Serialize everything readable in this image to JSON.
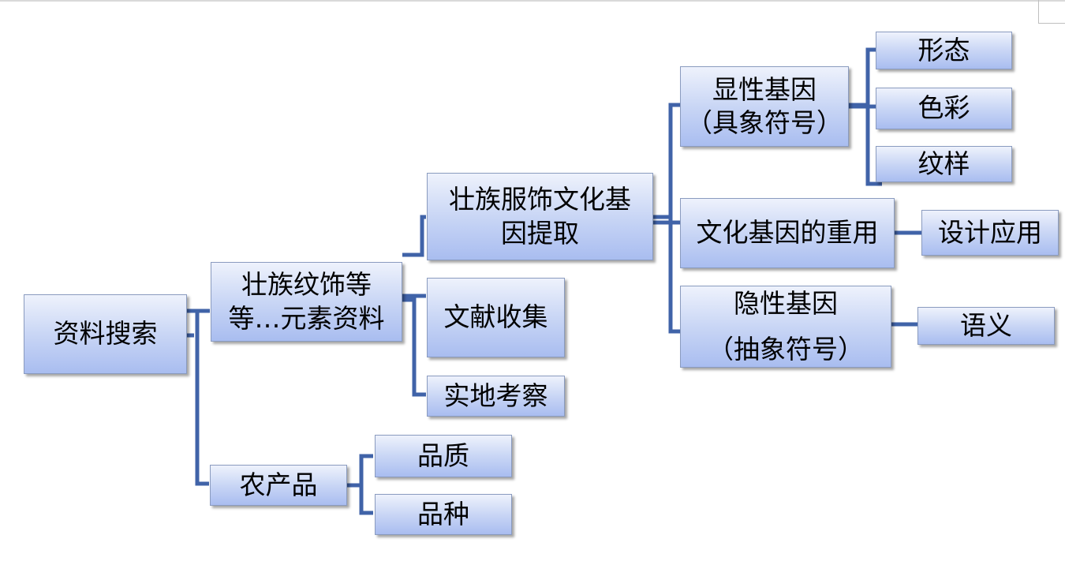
{
  "nodes": {
    "root": "资料搜索",
    "element_material": "壮族纹饰等\n等…元素资料",
    "agri_product": "农产品",
    "gene_extraction": "壮族服饰文化基\n因提取",
    "literature": "文献收集",
    "field_survey": "实地考察",
    "quality": "品质",
    "variety": "品种",
    "explicit_gene": "显性基因\n（具象符号）",
    "reuse": "文化基因的重用",
    "implicit_gene": "隐性基因\n（抽象符号）",
    "form": "形态",
    "color": "色彩",
    "pattern": "纹样",
    "design_application": "设计应用",
    "semantics": "语义"
  },
  "colors": {
    "connector": "#4063a8",
    "box_top": "#eef2fc",
    "box_bottom": "#a9bdf0",
    "box_border": "#8a9bbf"
  }
}
